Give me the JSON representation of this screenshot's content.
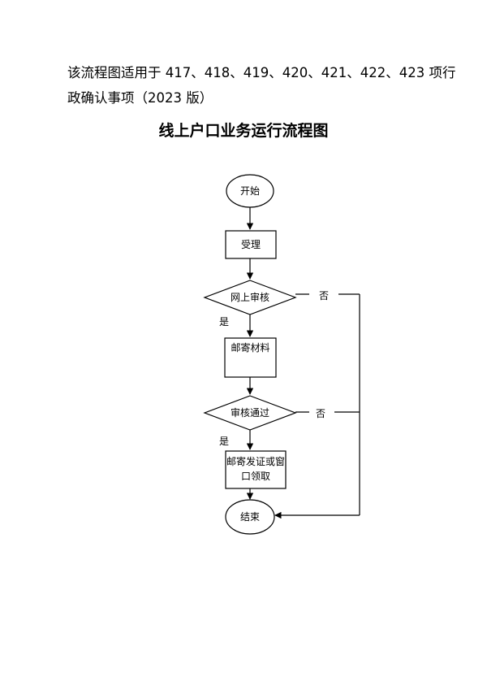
{
  "intro": {
    "line1": "该流程图适用于 417、418、419、420、421、422、423 项行",
    "line2": "政确认事项（2023 版）"
  },
  "title": "线上户口业务运行流程图",
  "flow": {
    "start": "开始",
    "accept": "受理",
    "online_review": "网上审核",
    "mail_materials": "邮寄材料",
    "review_pass": "审核通过",
    "deliver_line1": "邮寄发证或窗",
    "deliver_line2": "口领取",
    "end": "结束",
    "yes_label_1": "是",
    "no_label_1": "否",
    "yes_label_2": "是",
    "no_label_2": "否"
  }
}
